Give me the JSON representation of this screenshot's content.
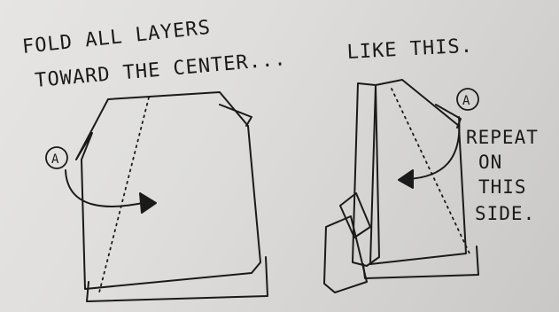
{
  "caption": {
    "line1": "FOLD ALL LAYERS",
    "line2": "TOWARD THE CENTER...",
    "line3": "LIKE THIS."
  },
  "left_diagram": {
    "marker": "A"
  },
  "right_diagram": {
    "marker": "A",
    "note": [
      "REPEAT",
      "ON",
      "THIS",
      "SIDE."
    ]
  },
  "colors": {
    "ink": "#1a1a1a",
    "paper": "#e2e1df"
  }
}
